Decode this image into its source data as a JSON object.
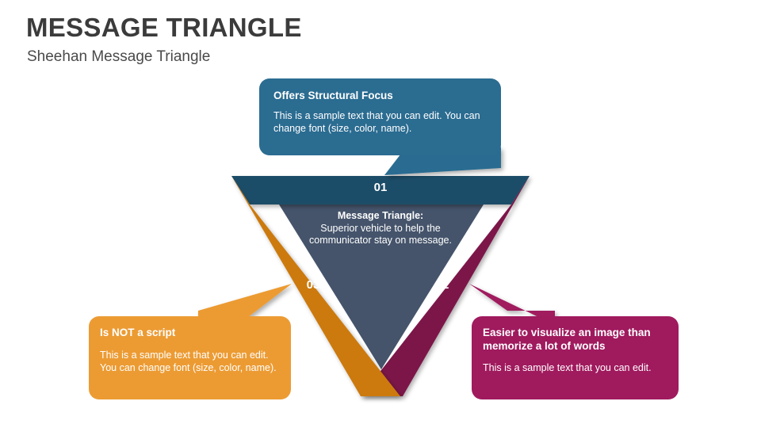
{
  "header": {
    "title": "MESSAGE TRIANGLE",
    "subtitle": "Sheehan Message Triangle"
  },
  "diagram": {
    "type": "inverted-triangle",
    "core": {
      "heading": "Message Triangle:",
      "body": "Superior vehicle to help the communicator stay on message."
    },
    "segments": [
      {
        "number": "01",
        "color": "#1F4E68",
        "position": "top"
      },
      {
        "number": "02",
        "color": "#7B1549",
        "position": "right"
      },
      {
        "number": "03",
        "color": "#CC7A10",
        "position": "left"
      }
    ],
    "inner_color": "#45546B"
  },
  "callouts": [
    {
      "id": "blue",
      "title": "Offers Structural Focus",
      "body": "This is a sample text that you can edit. You can change font (size, color, name).",
      "color": "#2B6C91",
      "points_to": "01"
    },
    {
      "id": "orange",
      "title": "Is NOT a script",
      "body": "This is a sample text that you can edit. You can change font (size, color, name).",
      "color": "#EC9B33",
      "points_to": "03"
    },
    {
      "id": "magenta",
      "title": "Easier to visualize an image than memorize a lot of words",
      "body": "This is a sample text that you can edit.",
      "color": "#A01A5E",
      "points_to": "02"
    }
  ],
  "colors": {
    "background": "#FFFFFF",
    "title_text": "#3B3B3B",
    "subtitle_text": "#4A4A4A"
  }
}
